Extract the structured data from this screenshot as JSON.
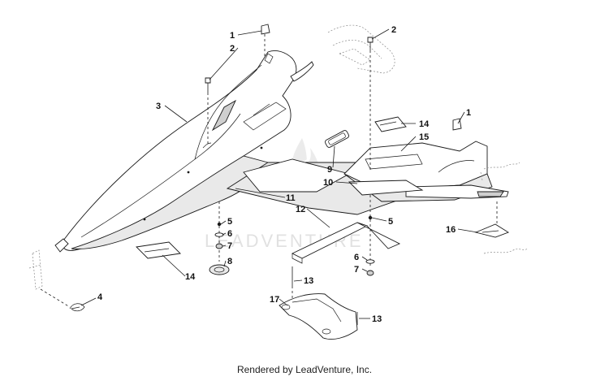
{
  "watermark": "LEADVENTURE",
  "footer": "Rendered by LeadVenture, Inc.",
  "callouts": {
    "c1a": "1",
    "c2a": "2",
    "c3": "3",
    "c2b": "2",
    "c1b": "1",
    "c14a": "14",
    "c15": "15",
    "c9": "9",
    "c10": "10",
    "c11": "11",
    "c12": "12",
    "c5a": "5",
    "c5b": "5",
    "c6a": "6",
    "c7a": "7",
    "c8": "8",
    "c14b": "14",
    "c16": "16",
    "c6b": "6",
    "c7b": "7",
    "c13a": "13",
    "c13b": "13",
    "c17": "17",
    "c4": "4"
  }
}
